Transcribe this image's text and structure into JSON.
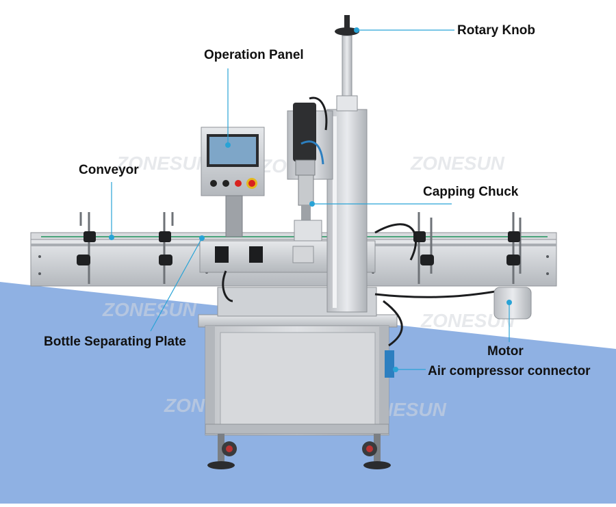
{
  "labels": {
    "rotary_knob": "Rotary Knob",
    "operation_panel": "Operation Panel",
    "conveyor": "Conveyor",
    "capping_chuck": "Capping Chuck",
    "bottle_separating_plate": "Bottle Separating Plate",
    "motor": "Motor",
    "air_compressor_connector": "Air compressor connector"
  },
  "watermark": "ZONESUN",
  "colors": {
    "background_blue": "#8fb1e3",
    "callout_line": "#29a3d6",
    "callout_dot": "#29a3d6",
    "machine_steel": "#c9ccd0",
    "panel_screen": "#7ea6c8",
    "emergency_stop": "#d8221f"
  }
}
